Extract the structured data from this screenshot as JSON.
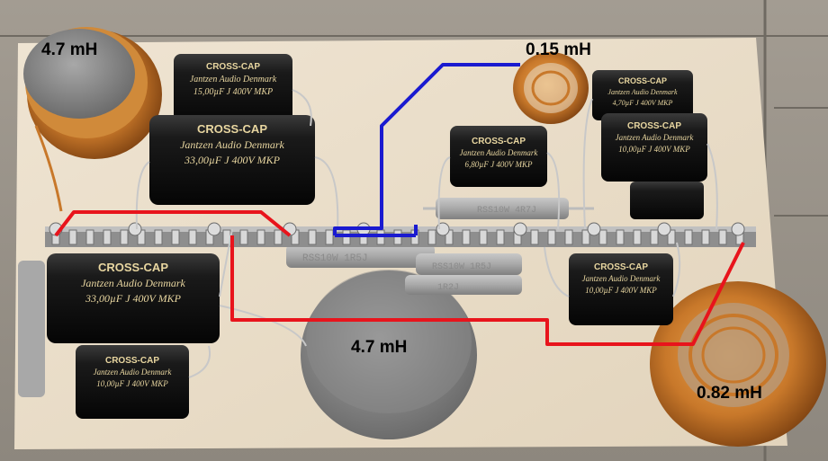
{
  "labels": {
    "inductor_top_left": "4.7 mH",
    "inductor_top_right": "0.15 mH",
    "inductor_center": "4.7 mH",
    "inductor_bottom_right": "0.82 mH"
  },
  "capacitors": {
    "brand": "CROSS-CAP",
    "maker": "Jantzen Audio Denmark",
    "c1": {
      "value": "15,00µF J 400V MKP"
    },
    "c2": {
      "value": "33,00µF J 400V MKP"
    },
    "c3": {
      "value": "6,80µF J 400V MKP"
    },
    "c4": {
      "value": "4,70µF J 400V MKP"
    },
    "c5": {
      "value": "10,00µF J 400V MKP"
    },
    "c6": {
      "value": "33,00µF J 400V MKP"
    },
    "c7": {
      "value": "10,00µF J 400V MKP"
    },
    "c8": {
      "value": "10,00µF J 400V MKP"
    }
  },
  "resistors": {
    "r1": "RSS10W 4R7J",
    "r2": "RSS10W 1R5J",
    "r3": "RSS10W 1R5J",
    "r4": "1R2J"
  },
  "colors": {
    "wood_board": "#e8dcc8",
    "red_wire": "#e8141c",
    "blue_wire": "#1a1ad0",
    "copper": "#c8782a",
    "capacitor_body": "#141414"
  }
}
